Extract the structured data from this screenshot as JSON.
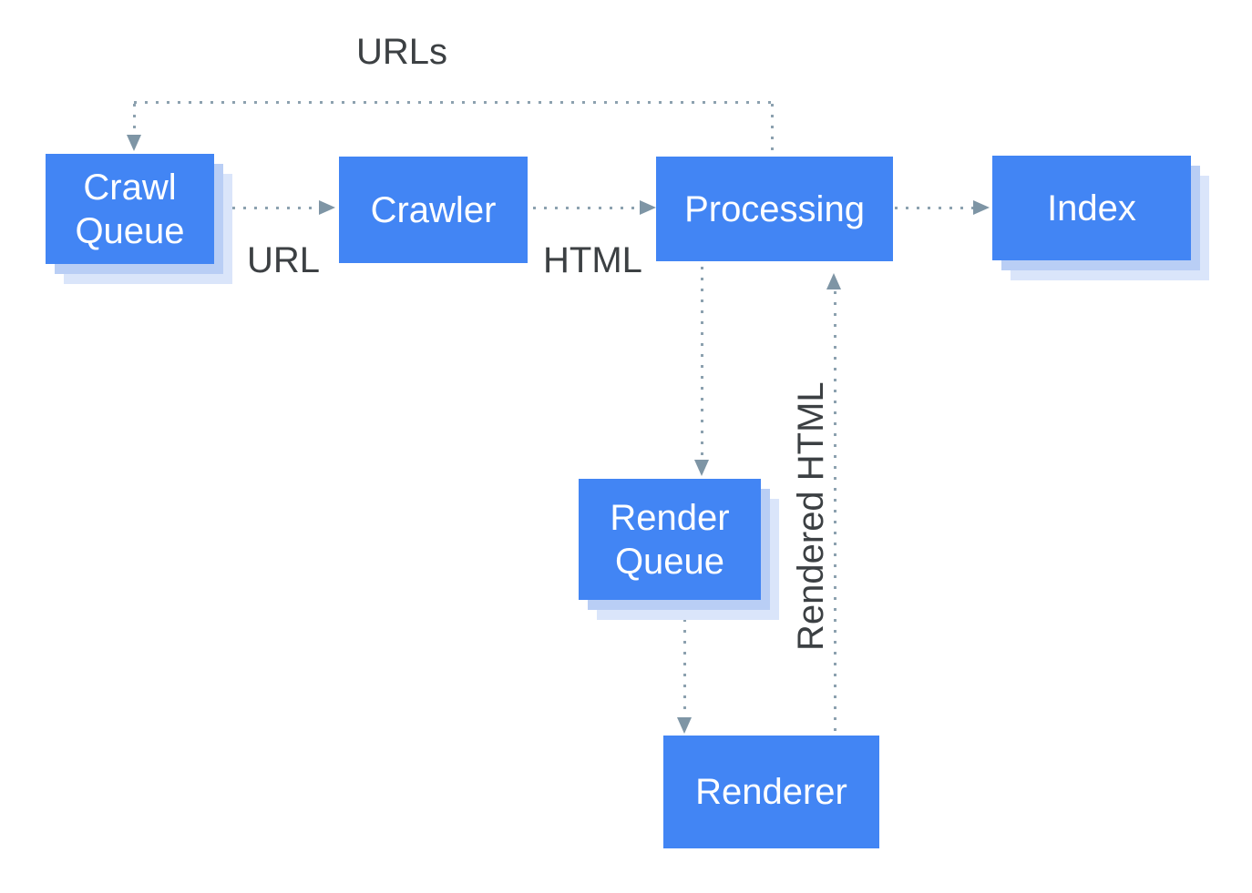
{
  "diagram": {
    "title_visible": false,
    "description": "Crawl and render pipeline flowchart"
  },
  "colors": {
    "node_fill": "#4285f4",
    "node_text": "#ffffff",
    "shadow_inner": "#b9cef5",
    "shadow_outer": "#dae5fa",
    "connector": "#8ca1af",
    "arrowhead": "#7e95a5",
    "label_text": "#3c4043",
    "canvas_bg": "#ffffff"
  },
  "nodes": {
    "crawl_queue": {
      "label": "Crawl Queue",
      "line1": "Crawl",
      "line2": "Queue",
      "shadow": true
    },
    "crawler": {
      "label": "Crawler",
      "line1": "Crawler",
      "shadow": false
    },
    "processing": {
      "label": "Processing",
      "line1": "Processing",
      "shadow": false
    },
    "index": {
      "label": "Index",
      "line1": "Index",
      "shadow": true
    },
    "render_queue": {
      "label": "Render Queue",
      "line1": "Render",
      "line2": "Queue",
      "shadow": true
    },
    "renderer": {
      "label": "Renderer",
      "line1": "Renderer",
      "shadow": false
    }
  },
  "edges": [
    {
      "from": "processing",
      "to": "crawl_queue",
      "label": "URLs",
      "style": "dotted"
    },
    {
      "from": "crawl_queue",
      "to": "crawler",
      "label": "URL",
      "style": "dotted"
    },
    {
      "from": "crawler",
      "to": "processing",
      "label": "HTML",
      "style": "dotted"
    },
    {
      "from": "processing",
      "to": "index",
      "label": "",
      "style": "dotted"
    },
    {
      "from": "processing",
      "to": "render_queue",
      "label": "",
      "style": "dotted"
    },
    {
      "from": "render_queue",
      "to": "renderer",
      "label": "",
      "style": "dotted"
    },
    {
      "from": "renderer",
      "to": "processing",
      "label": "Rendered HTML",
      "style": "dotted"
    }
  ]
}
